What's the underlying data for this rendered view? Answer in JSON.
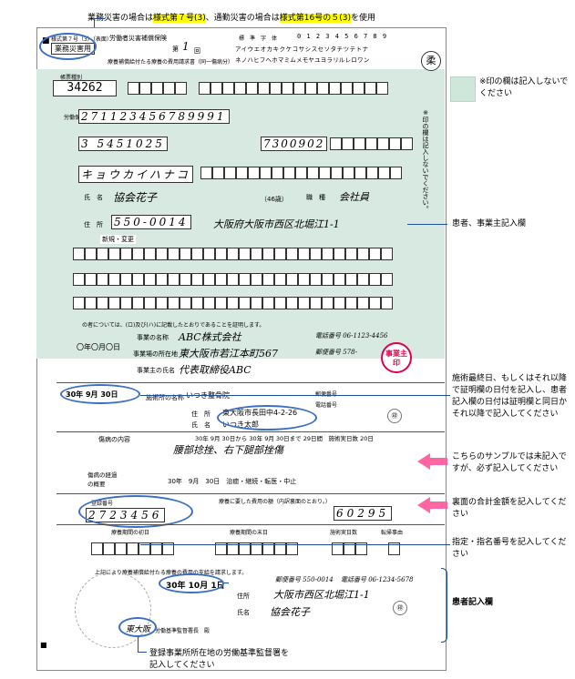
{
  "top_note": {
    "prefix": "業務災害の場合は",
    "form_work": "様式第７号(3)",
    "middle": "、通勤災害の場合は",
    "form_commute": "様式第16号の５(3)",
    "suffix": "を使用"
  },
  "form": {
    "form_no": "様式第７号（3）（表面）",
    "form_tag": "業務災害用",
    "title_top": "労働者災害補償保険",
    "title_sub": "療養補償給付たる療養の費用請求書（同一傷病分）",
    "sheet_label": "第",
    "sheet_no": "1",
    "sheet_unit": "回",
    "kana_std_label": "標　準　字　体",
    "digits": "0 1 2 3 4 5 6 7 8 9",
    "kana_row1": "アイウエオカキクケコサシスセソタチツテトナ",
    "kana_row2": "ネノハヒフヘホマミムメモヤユヨラリルレロワン",
    "ju_mark": "柔",
    "shade_note_v": "※印の欄は記入しないでください。",
    "form_code_label": "帳票種別",
    "form_code": "34262",
    "insurance_no_label": "労働保険番号",
    "insurance_no": "271123456789991",
    "account_no": "3 5451025",
    "branch_no": "7300902",
    "name_kana": "キョウカイハナコ",
    "name_label": "氏　名",
    "name_value": "協会花子",
    "age": "（46歳）",
    "job_label": "職　種",
    "job_value": "会社員",
    "address_label": "住　所",
    "zip": "550-0014",
    "address_value": "大阪府大阪市西区北堀江1-1",
    "new_change": "新規・変更",
    "statement": "の者については、(ロ)及び(ハ)に記載したとおりであることを証明します。",
    "employer_name_label": "事業の名称",
    "employer_name": "ABC株式会社",
    "employer_tel": "電話番号 06-1123-4456",
    "employer_addr_label": "事業場の所在地",
    "employer_addr": "東大阪市若江本町567",
    "employer_zip": "郵便番号 578-",
    "employer_rep_label": "事業主の氏名",
    "employer_rep": "代表取締役ABC",
    "date_blank": "〇年〇月〇日",
    "employer_seal": "事業主印",
    "cert_date_y": "30",
    "cert_date_m": "9",
    "cert_date_d": "30",
    "clinic_name_label": "施術所の名称",
    "clinic_name": "いつき整骨院",
    "clinic_zip_label": "郵便番号",
    "clinic_tel_label": "電話番号",
    "clinic_address_label": "住　所",
    "clinic_address": "東大阪市長田中4-2-26",
    "practitioner_label": "氏　名",
    "practitioner": "いつき太郎",
    "injury_label": "傷病の内容",
    "injury_value": "腰部捻挫、右下腿部挫傷",
    "treat_period": "30年 9月 30日から 30年 9月 30日まで 29日間　施術実日数 20日",
    "course_label": "傷病の経過の概要",
    "course_value": "30年　9月　30日　治癒・継続・転医・中止",
    "reg_no_label": "登録番号",
    "reg_no": "2723456",
    "total_label": "療養に要した費用の額（内訳裏面のとおり。）",
    "total_amount": "60295",
    "period_from_label": "療養期間の初日",
    "period_to_label": "療養期間の末日",
    "days_label": "施術実日数",
    "reason_label": "転帰事由",
    "claim_note": "上記により療養補償給付たる療養の費用の支給を請求します。",
    "claim_y": "30",
    "claim_m": "10",
    "claim_d": "1",
    "claimant_zip": "郵便番号 550-0014",
    "claimant_tel": "電話番号 06-1234-5678",
    "claimant_addr_label": "住所",
    "claimant_addr": "大阪市西区北堀江1-1",
    "claimant_name_label": "氏名",
    "claimant_name": "協会花子",
    "bureau": "東大阪",
    "bureau_suffix": "労働基準監督署長　殿",
    "seal": "㊞"
  },
  "annotations": {
    "legend": "※印の欄は記入しないでください",
    "patient_employer": "患者、事業主記入欄",
    "dates_note": "施術最終日、もしくはそれ以降で証明欄の日付を記入し、患者記入欄の日付は証明欄と同日かそれ以降で記入してください",
    "sample_note": "こちらのサンプルでは未記入ですが、必ず記入してください",
    "total_note": "裏面の合計金額を記入してください",
    "reg_note": "指定・指名番号を記入してください",
    "patient_fill": "患者記入欄",
    "bureau_note": "登録事業所所在地の労働基準監督署を記入してください"
  },
  "colors": {
    "highlight": "#ffff00",
    "shade": "#d7e9e1",
    "ellipse": "#3a6fc4",
    "arrow": "#ff66a3",
    "seal_red": "#e0004d"
  }
}
